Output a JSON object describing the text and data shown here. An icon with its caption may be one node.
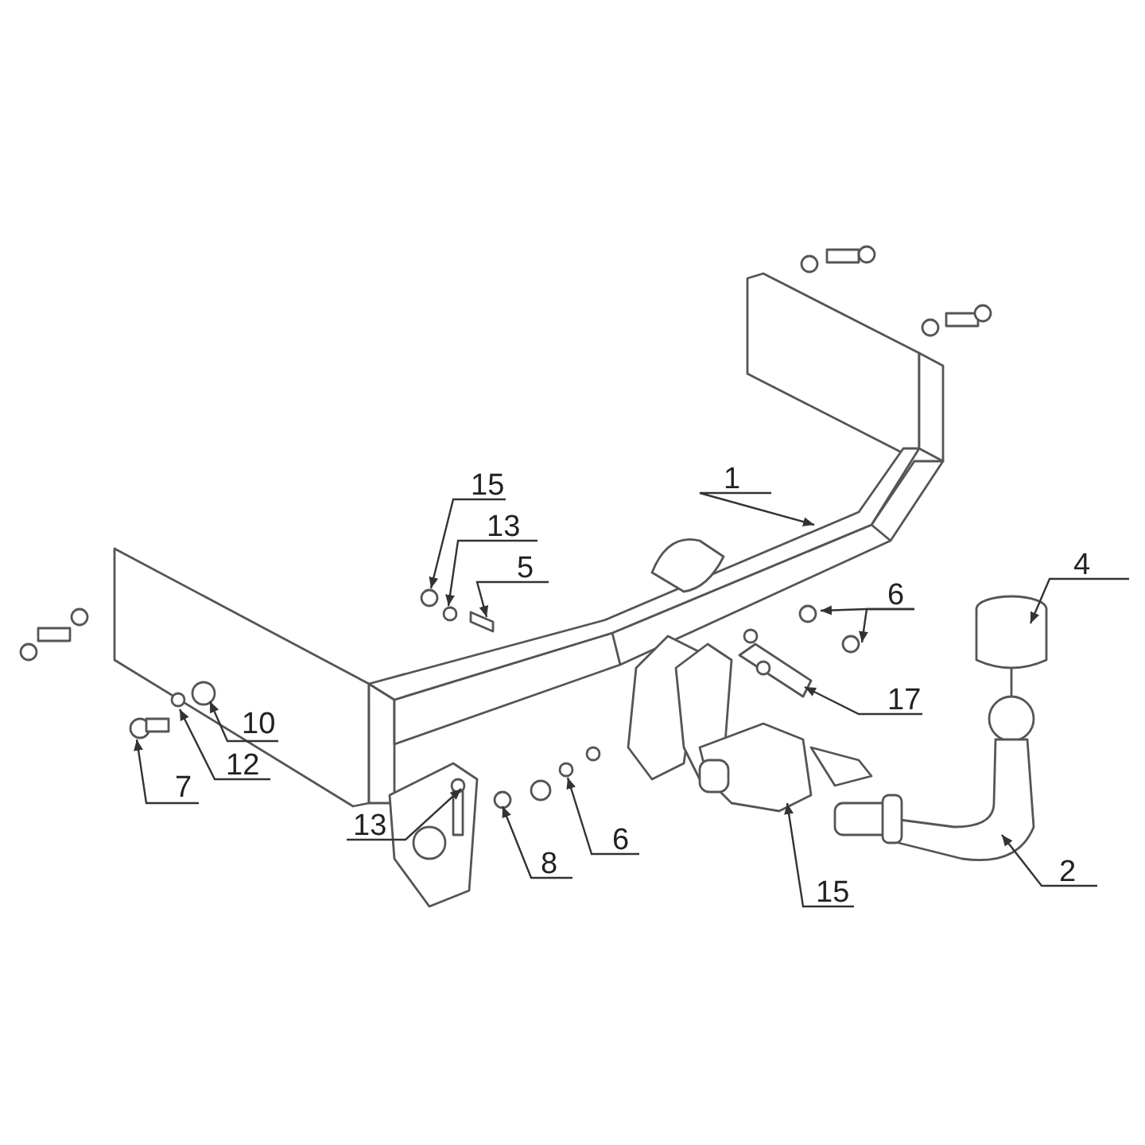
{
  "diagram": {
    "nodes": [
      {
        "text": [
          "1"
        ]
      },
      {
        "text": [
          "15"
        ]
      },
      {
        "text": [
          "13"
        ]
      },
      {
        "text": [
          "5"
        ]
      },
      {
        "text": [
          "4"
        ]
      },
      {
        "text": [
          "6"
        ]
      },
      {
        "text": [
          "17"
        ]
      },
      {
        "text": [
          "2"
        ]
      },
      {
        "text": [
          "15"
        ]
      },
      {
        "text": [
          "6"
        ]
      },
      {
        "text": [
          "8"
        ]
      },
      {
        "text": [
          "13"
        ]
      },
      {
        "text": [
          "10"
        ]
      },
      {
        "text": [
          "12"
        ]
      },
      {
        "text": [
          "7"
        ]
      }
    ],
    "edges": [
      {
        "from": 0,
        "to": null,
        "arrow": "to"
      },
      {
        "from": 1,
        "to": null,
        "arrow": "to"
      },
      {
        "from": 2,
        "to": null,
        "arrow": "to"
      },
      {
        "from": 3,
        "to": null,
        "arrow": "to"
      },
      {
        "from": 4,
        "to": null,
        "arrow": "to"
      },
      {
        "from": 5,
        "to": null,
        "arrow": "to"
      },
      {
        "from": 5,
        "to": null,
        "arrow": "to"
      },
      {
        "from": 6,
        "to": null,
        "arrow": "to"
      },
      {
        "from": 7,
        "to": null,
        "arrow": "to"
      },
      {
        "from": 8,
        "to": null,
        "arrow": "to"
      },
      {
        "from": 9,
        "to": null,
        "arrow": "to"
      },
      {
        "from": 10,
        "to": null,
        "arrow": "to"
      },
      {
        "from": 11,
        "to": null,
        "arrow": "to"
      },
      {
        "from": 12,
        "to": null,
        "arrow": "to"
      },
      {
        "from": 13,
        "to": null,
        "arrow": "to"
      },
      {
        "from": 14,
        "to": null,
        "arrow": "to"
      }
    ]
  }
}
